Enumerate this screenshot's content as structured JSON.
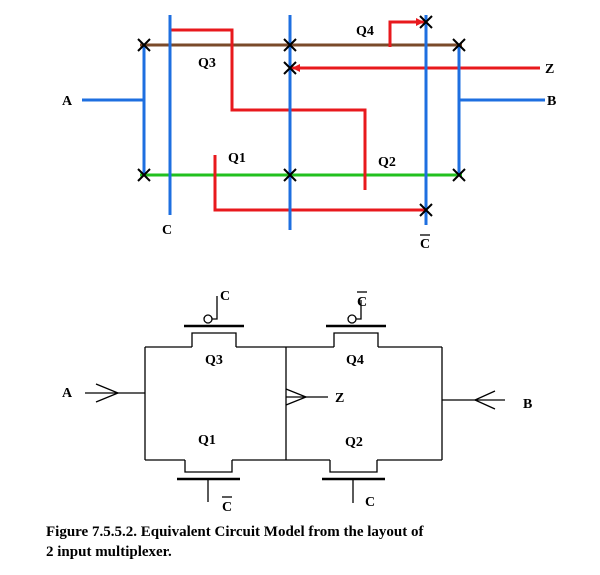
{
  "layout_diagram": {
    "labels": {
      "A": "A",
      "B": "B",
      "Z": "Z",
      "C": "C",
      "C_bar": "C",
      "Q1": "Q1",
      "Q2": "Q2",
      "Q3": "Q3",
      "Q4": "Q4"
    },
    "colors": {
      "metal": "#7a4a2a",
      "poly": "#e8191d",
      "diffusion": "#1e6fe0",
      "green": "#22c01f",
      "contact": "#000000"
    }
  },
  "circuit_diagram": {
    "labels": {
      "A": "A",
      "B": "B",
      "Z": "Z",
      "gate_q3": "C",
      "gate_q4": "C",
      "gate_q1": "C",
      "gate_q2": "C",
      "Q1": "Q1",
      "Q2": "Q2",
      "Q3": "Q3",
      "Q4": "Q4"
    }
  },
  "caption": {
    "line1": "Figure 7.5.5.2. Equivalent Circuit Model from the layout of",
    "line2": "2 input multiplexer."
  }
}
